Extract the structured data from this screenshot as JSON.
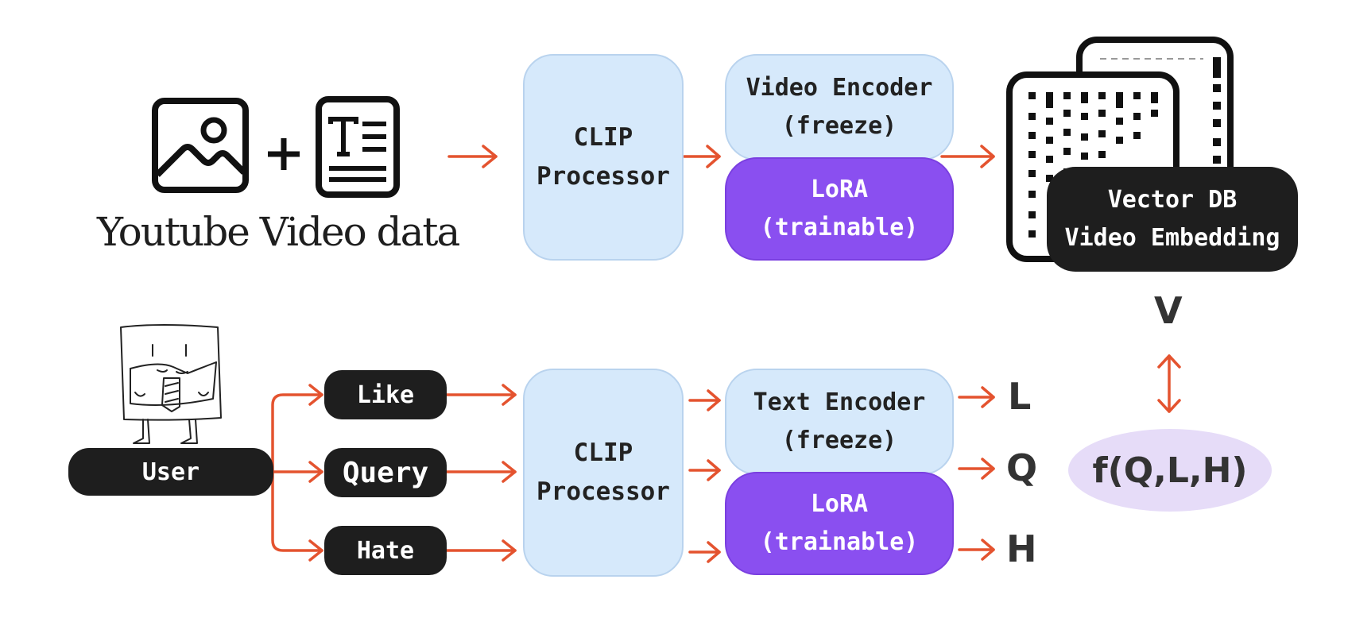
{
  "top": {
    "caption": "Youtube Video data",
    "clip_processor": "CLIP\nProcessor",
    "video_encoder": "Video Encoder\n(freeze)",
    "lora": "LoRA\n(trainable)",
    "vector_db": "Vector DB\nVideo Embedding",
    "v_label": "V"
  },
  "bottom": {
    "user_label": "User",
    "like_label": "Like",
    "query_label": "Query",
    "hate_label": "Hate",
    "clip_processor": "CLIP\nProcessor",
    "text_encoder": "Text Encoder\n(freeze)",
    "lora": "LoRA\n(trainable)",
    "l_label": "L",
    "q_label": "Q",
    "h_label": "H",
    "score_function": "f(Q,L,H)"
  },
  "icons": [
    "image-icon",
    "plus-icon",
    "text-document-icon",
    "database-grid-icon",
    "user-sketch-icon"
  ],
  "colors": {
    "arrow": "#e4532f",
    "clip_fill": "#d6e9fb",
    "lora_fill": "#8a4ff0",
    "pill_fill": "#1e1e1e",
    "score_fill": "#e6dcf8"
  }
}
